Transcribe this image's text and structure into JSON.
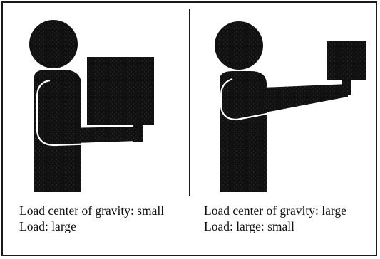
{
  "left_panel": {
    "line1": "Load center of gravity: small",
    "line2": "Load: large"
  },
  "right_panel": {
    "line1": "Load center of gravity: large",
    "line2": "Load: large: small"
  },
  "colors": {
    "ink": "#111111",
    "background": "#ffffff",
    "highlight": "#ffffff"
  }
}
